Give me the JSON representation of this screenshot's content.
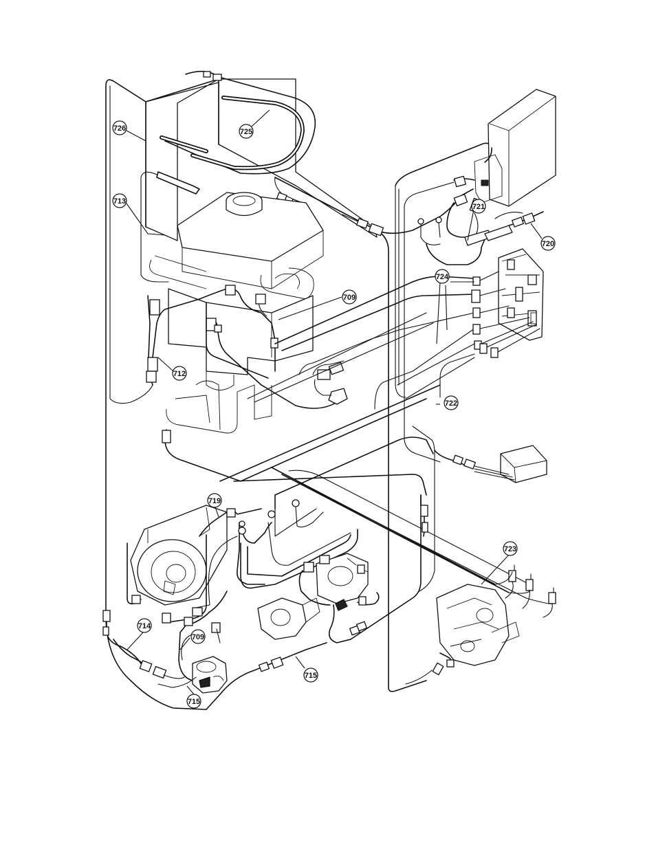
{
  "callouts": [
    {
      "id": "726",
      "label": "726"
    },
    {
      "id": "725",
      "label": "725"
    },
    {
      "id": "713",
      "label": "713"
    },
    {
      "id": "709a",
      "label": "709"
    },
    {
      "id": "712",
      "label": "712"
    },
    {
      "id": "721",
      "label": "721"
    },
    {
      "id": "720",
      "label": "720"
    },
    {
      "id": "724",
      "label": "724"
    },
    {
      "id": "722",
      "label": "722"
    },
    {
      "id": "719",
      "label": "719"
    },
    {
      "id": "723",
      "label": "723"
    },
    {
      "id": "714",
      "label": "714"
    },
    {
      "id": "709b",
      "label": "709"
    },
    {
      "id": "715a",
      "label": "715"
    },
    {
      "id": "715b",
      "label": "715"
    }
  ]
}
